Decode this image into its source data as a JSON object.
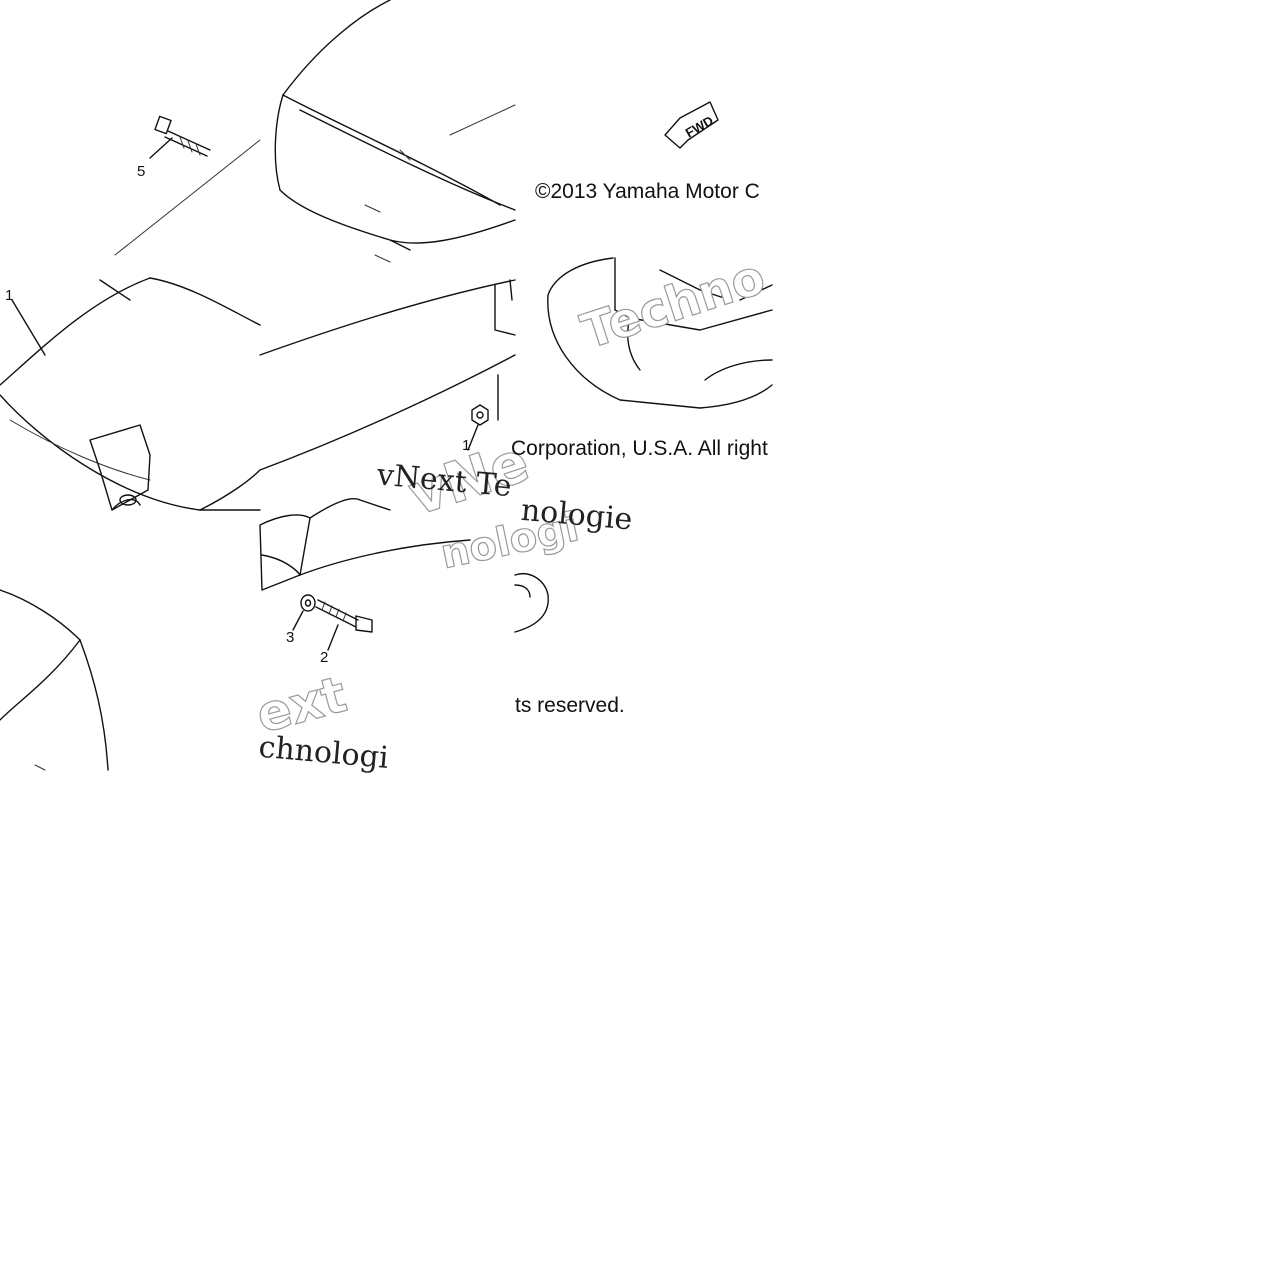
{
  "diagram": {
    "callouts": [
      {
        "id": "1",
        "label": "1"
      },
      {
        "id": "1b",
        "label": "1"
      },
      {
        "id": "2",
        "label": "2"
      },
      {
        "id": "3",
        "label": "3"
      },
      {
        "id": "5",
        "label": "5"
      }
    ],
    "fwd_arrow_label": "FWD",
    "copyright": {
      "line1": "©2013 Yamaha Motor C",
      "line2": "Corporation, U.S.A. All right",
      "line3": "ts reserved."
    },
    "watermarks": {
      "outline_a": "Techno",
      "outline_b": "vNe",
      "outline_c": "ext",
      "outline_d": "nologi",
      "serif_a": "vNext Te",
      "serif_b": "chnologi",
      "serif_c": "nologie"
    }
  }
}
